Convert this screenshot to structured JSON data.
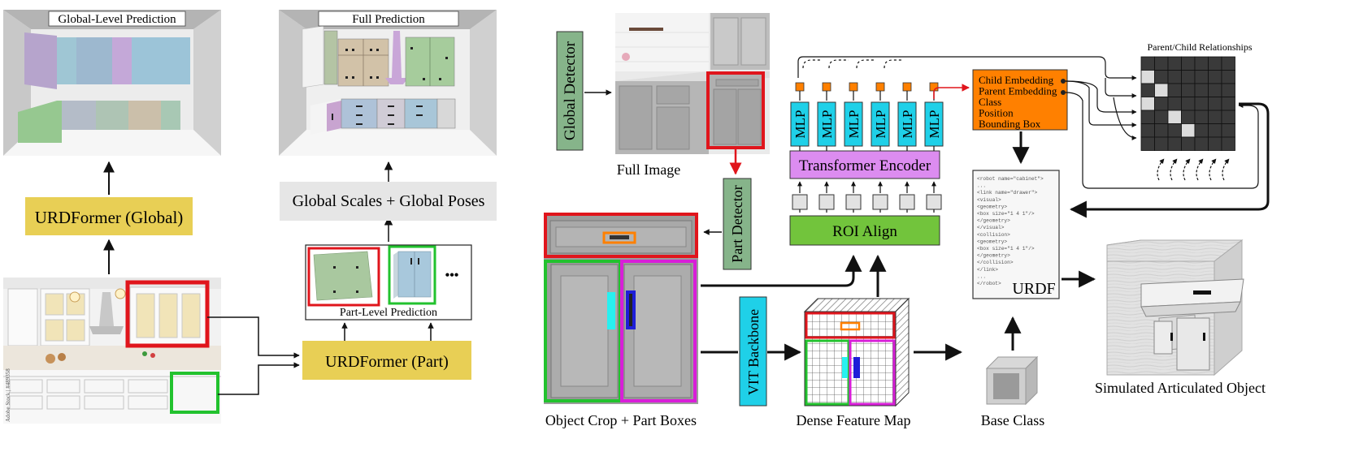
{
  "left_panel": {
    "global_prediction_title": "Global-Level Prediction",
    "full_prediction_title": "Full Prediction",
    "urdformer_global": "URDFormer (Global)",
    "global_scales_poses": "Global Scales + Global Poses",
    "part_level_prediction": "Part-Level Prediction",
    "ellipsis": "•••",
    "urdformer_part": "URDFormer (Part)",
    "watermark": "Adobe Stock | #489358"
  },
  "right_panel": {
    "global_detector": "Global Detector",
    "full_image": "Full Image",
    "part_detector": "Part Detector",
    "object_crop_label": "Object Crop + Part Boxes",
    "vit_backbone": "VIT Backbone",
    "dense_feature_map": "Dense Feature Map",
    "roi_align": "ROI Align",
    "transformer_encoder": "Transformer Encoder",
    "mlp": "MLP",
    "output_fields": [
      "Child Embedding",
      "Parent Embedding",
      "Class",
      "Position",
      "Bounding Box"
    ],
    "parent_child_title": "Parent/Child Relationships",
    "urdf_label": "URDF",
    "urdf_lines": [
      "<robot name=\"cabinet\">",
      "...",
      "  <link name=\"drawer\">",
      "    <visual>",
      "      <geometry>",
      "        <box size=\"1 4 1\"/>",
      "      </geometry>",
      "    </visual>",
      "    <collision>",
      "      <geometry>",
      "        <box size=\"1 4 1\"/>",
      "      </geometry>",
      "    </collision>",
      "  </link>",
      "...",
      "</robot>"
    ],
    "base_class": "Base Class",
    "simulated_object": "Simulated Articulated Object"
  },
  "colors": {
    "yellow_box": "#e8cf55",
    "green_detector": "#86b48a",
    "cyan": "#1fd0e8",
    "violet": "#dc8cf0",
    "lime": "#72c43c",
    "orange": "#ff8000",
    "red": "#e0151c",
    "green_box": "#22c22e",
    "magenta": "#d81ed8",
    "blue": "#1e1ed8"
  }
}
